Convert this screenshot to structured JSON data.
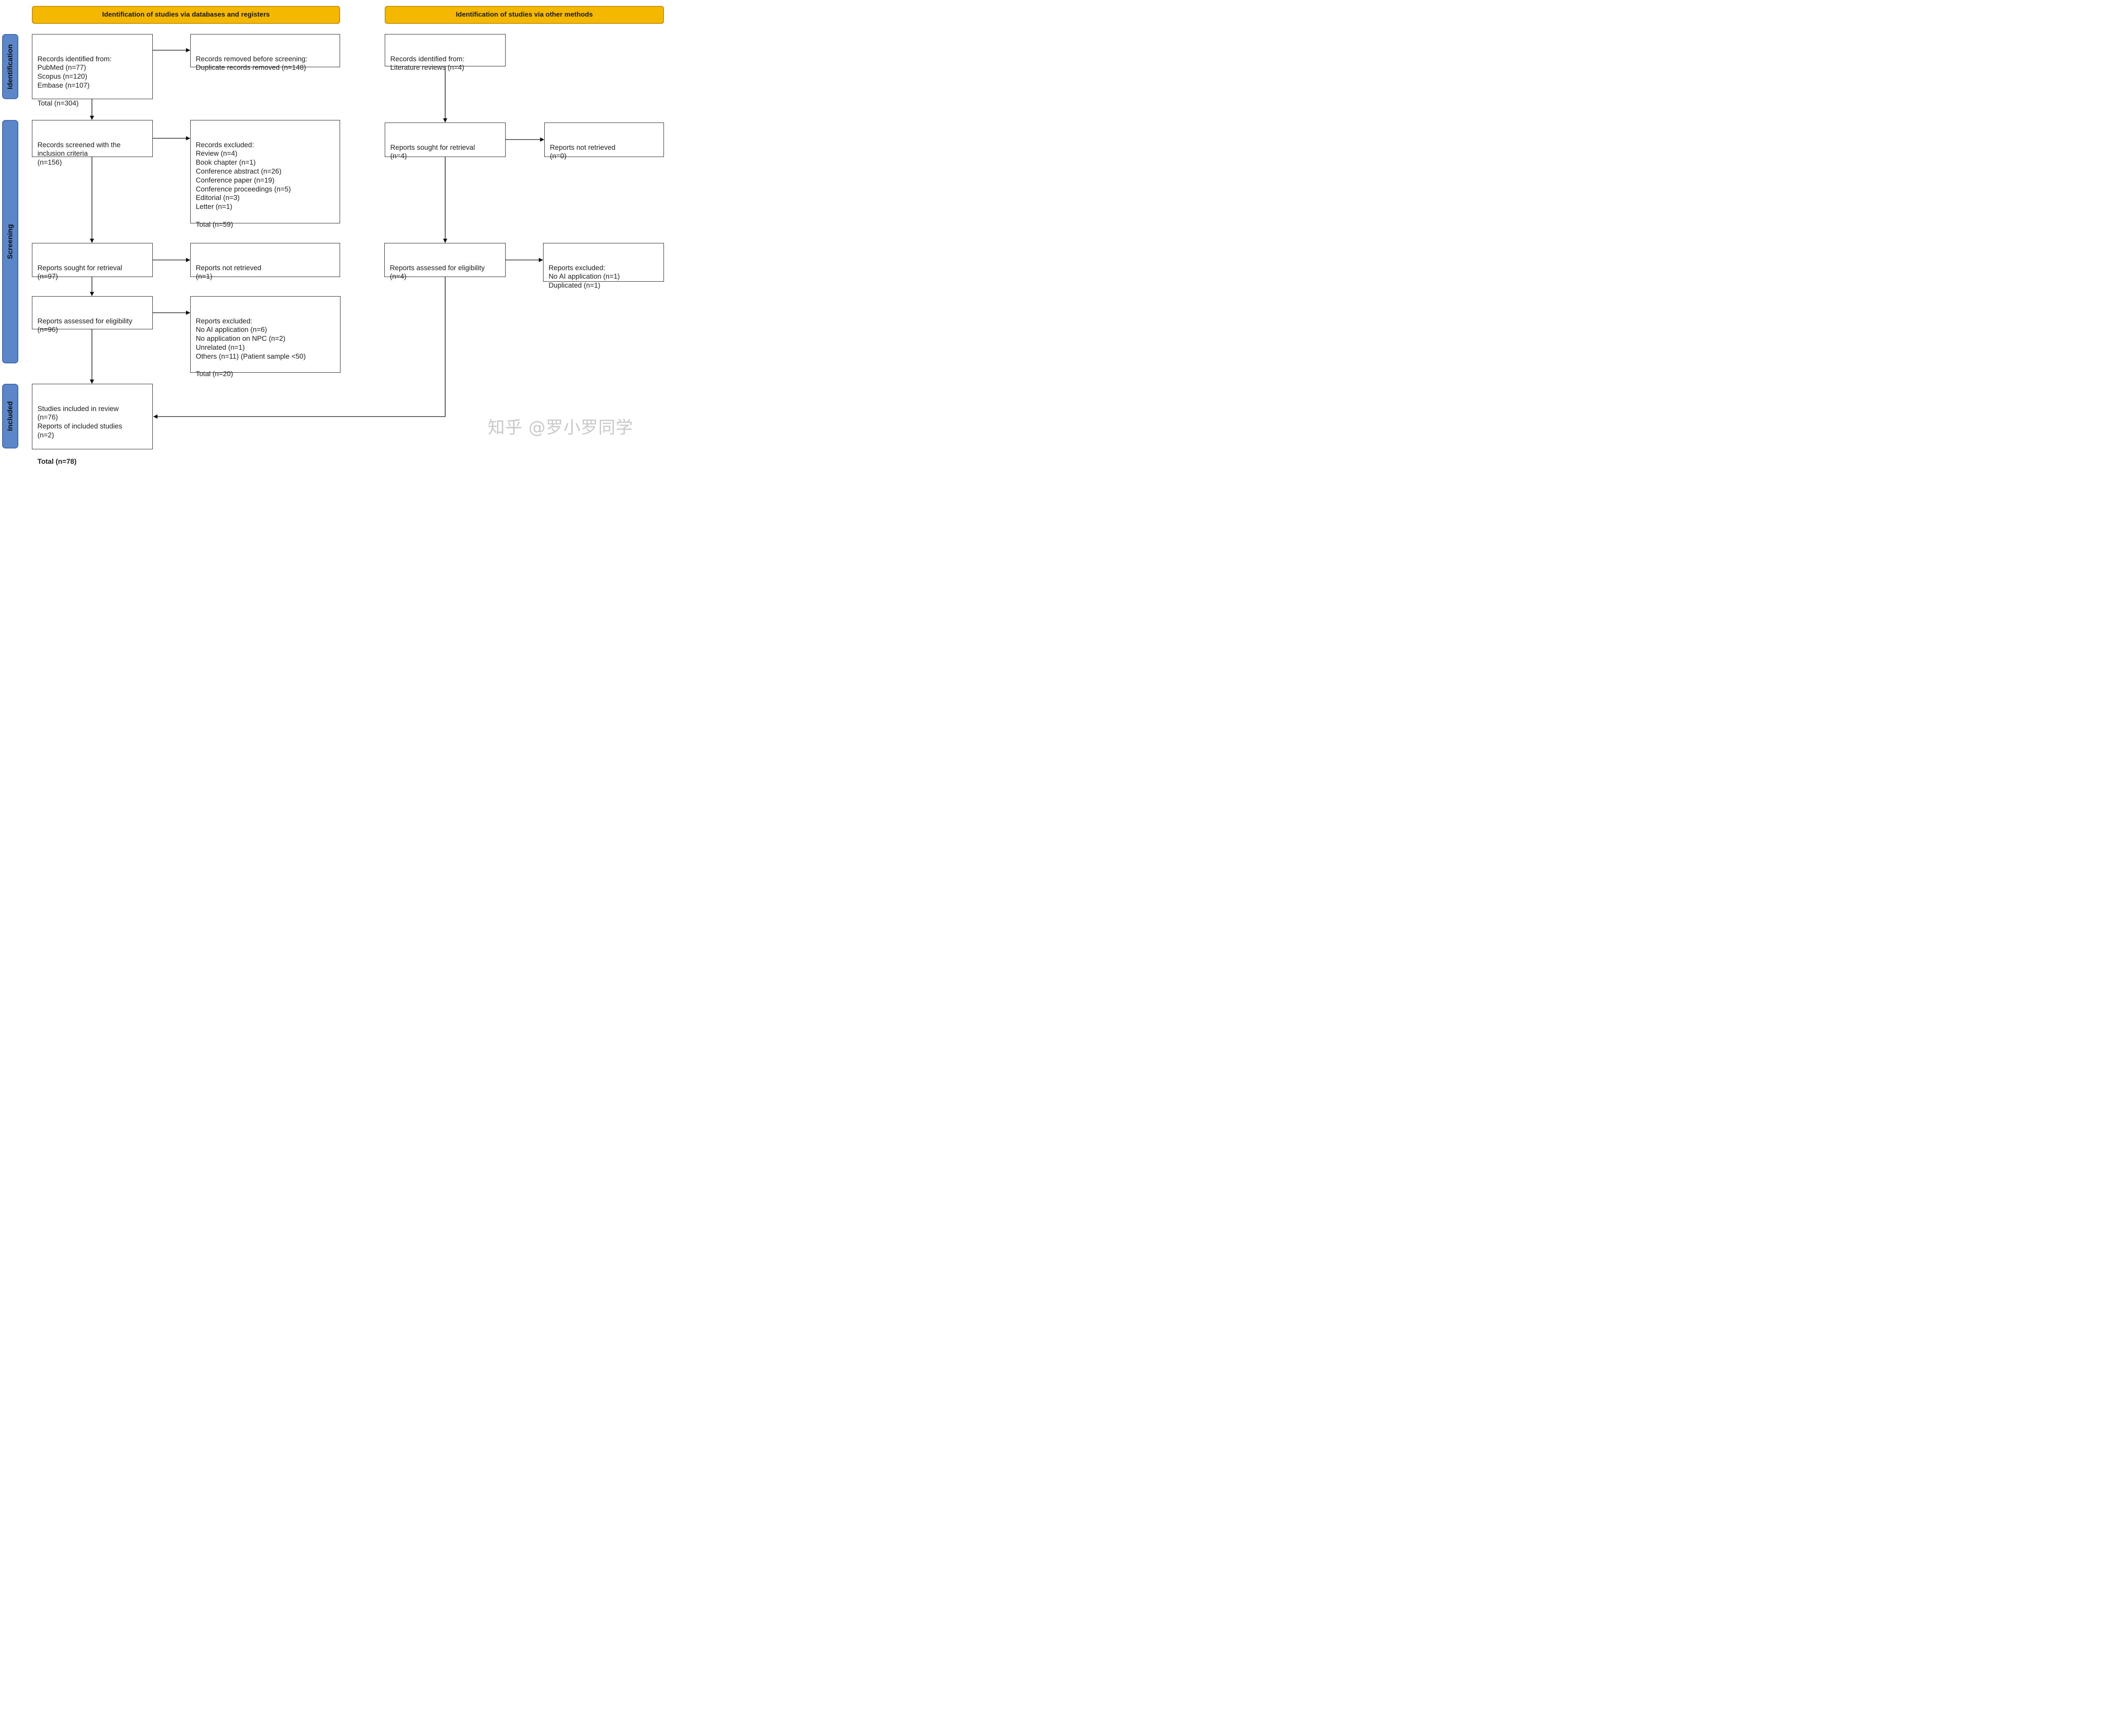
{
  "headers": {
    "databases": "Identification of studies via databases and registers",
    "other": "Identification of studies via other methods"
  },
  "stages": {
    "identification": "Identification",
    "screening": "Screening",
    "included": "Included"
  },
  "boxes": {
    "records_identified": "Records identified from:\nPubMed (n=77)\nScopus (n=120)\nEmbase (n=107)\n\nTotal (n=304)",
    "records_removed": "Records removed before screening:\nDuplicate records removed (n=148)",
    "records_screened": "Records screened with the\ninclusion criteria\n(n=156)",
    "records_excluded": "Records excluded:\nReview (n=4)\nBook chapter (n=1)\nConference abstract (n=26)\nConference paper (n=19)\nConference proceedings (n=5)\nEditorial (n=3)\nLetter (n=1)\n\nTotal (n=59)",
    "reports_sought": "Reports sought for retrieval\n(n=97)",
    "reports_not_retrieved": "Reports not retrieved\n(n=1)",
    "reports_assessed": "Reports assessed for eligibility\n(n=96)",
    "reports_excluded": "Reports excluded:\nNo AI application (n=6)\nNo application on NPC (n=2)\nUnrelated (n=1)\nOthers (n=11) (Patient sample <50)\n\nTotal (n=20)",
    "studies_included": "Studies included in review\n(n=76)\nReports of included studies\n(n=2)\n",
    "studies_included_total": "Total (n=78)",
    "other_records_identified": "Records identified from:\nLiterature reviews (n=4)",
    "other_reports_sought": "Reports sought for retrieval\n(n=4)",
    "other_reports_not_retrieved": "Reports not retrieved\n(n=0)",
    "other_reports_assessed": "Reports assessed for eligibility\n(n=4)",
    "other_reports_excluded": "Reports excluded:\nNo AI application (n=1)\nDuplicated (n=1)"
  },
  "watermark": "知乎 @罗小罗同学"
}
